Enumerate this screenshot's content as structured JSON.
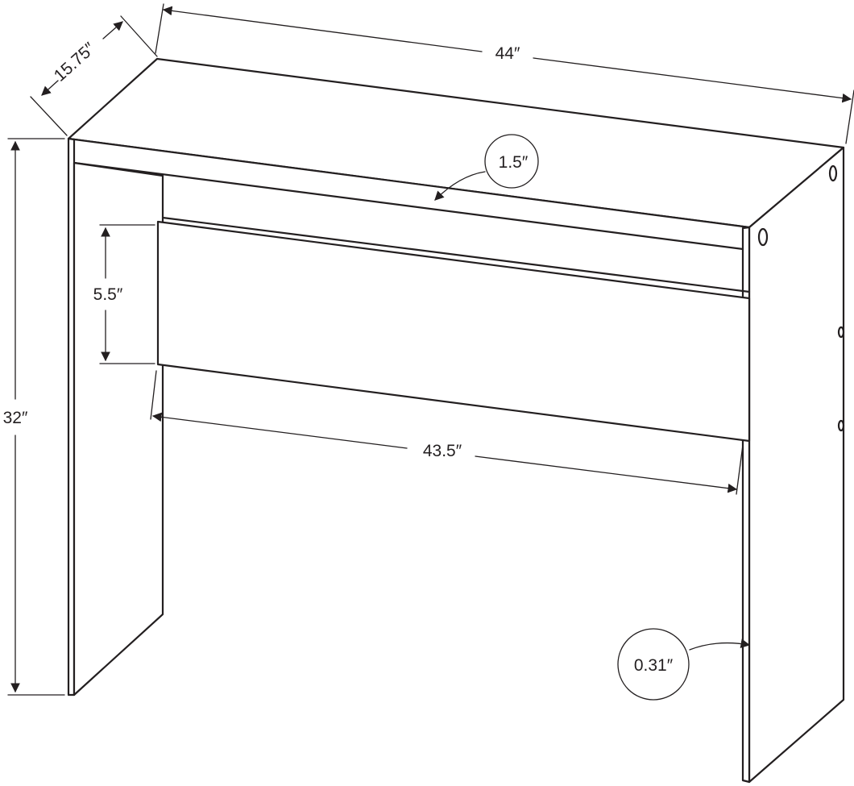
{
  "diagram": {
    "dimensions": {
      "depth": "15.75″",
      "width": "44″",
      "height": "32″",
      "top_thickness": "1.5″",
      "apron_height": "5.5″",
      "apron_width": "43.5″",
      "panel_thickness": "0.31″"
    }
  }
}
